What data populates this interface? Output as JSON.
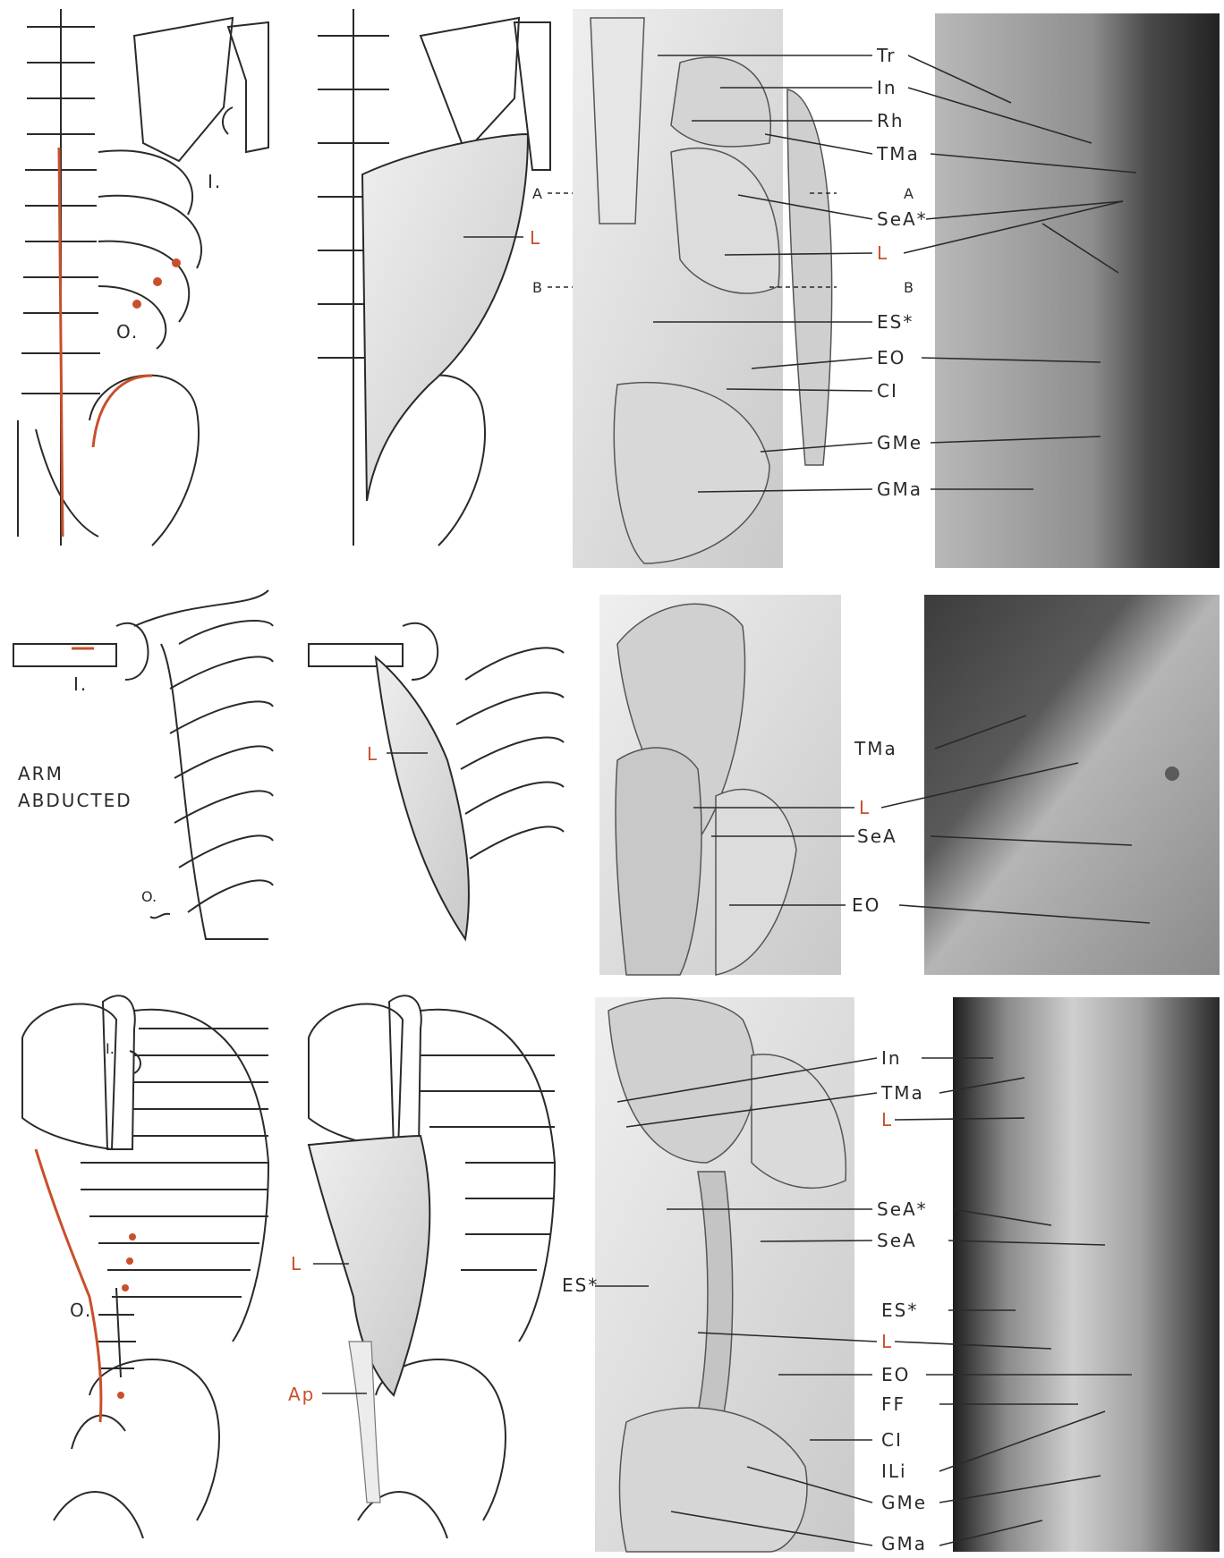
{
  "colors": {
    "ink": "#2a2a2a",
    "accent": "#c8502a",
    "paper": "#ffffff",
    "muscle": "#d9d9d9",
    "photo_dark": "#3a3a3a",
    "photo_light": "#a8a8a8"
  },
  "row1": {
    "skeleton": {
      "insertion": "I.",
      "origin": "O."
    },
    "muscle": {
      "label": "L"
    },
    "levels": {
      "a": "A",
      "b": "B"
    },
    "labels": [
      "Tr",
      "In",
      "Rh",
      "TMa",
      "SeA*",
      "L",
      "ES*",
      "EO",
      "CI",
      "GMe",
      "GMa"
    ]
  },
  "row2": {
    "skeleton": {
      "insertion": "I.",
      "origin": "O.",
      "note_line1": "ARM",
      "note_line2": "ABDUCTED"
    },
    "muscle": {
      "label": "L"
    },
    "labels": [
      "TMa",
      "L",
      "SeA",
      "EO"
    ]
  },
  "row3": {
    "skeleton": {
      "insertion": "I.",
      "origin": "O."
    },
    "muscle": {
      "label": "L",
      "aponeurosis": "Ap"
    },
    "left_label": "ES*",
    "labels": [
      "In",
      "TMa",
      "L",
      "SeA*",
      "SeA",
      "ES*",
      "L",
      "EO",
      "FF",
      "CI",
      "ILi",
      "GMe",
      "GMa"
    ]
  }
}
